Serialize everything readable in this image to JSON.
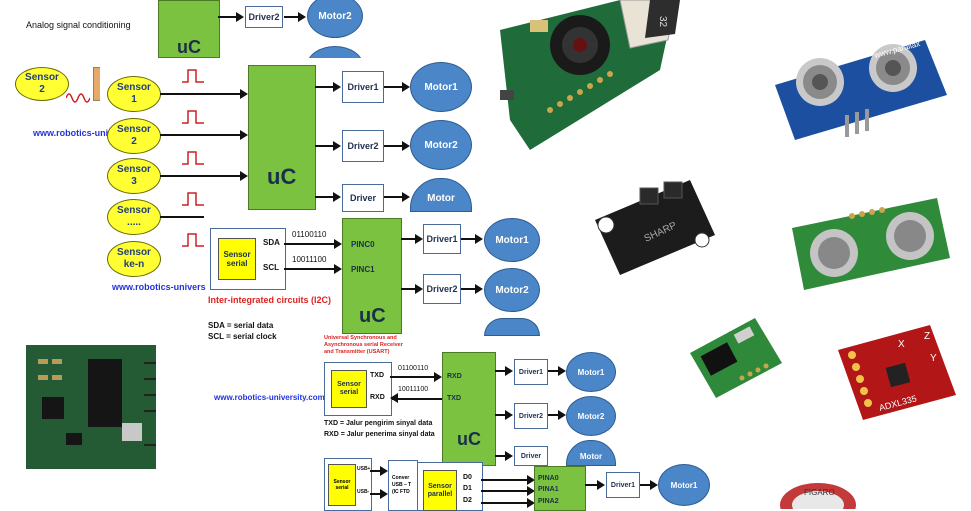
{
  "top_fragment": {
    "title": "Analog signal conditioning",
    "uc": "uC",
    "driver2": "Driver2",
    "motor2": "Motor2",
    "sensor2": "Sensor\n2"
  },
  "parallel_diagram": {
    "sensors": [
      "Sensor\n1",
      "Sensor\n2",
      "Sensor\n3",
      "Sensor\n.....",
      "Sensor\nke-n"
    ],
    "uc": "uC",
    "drivers": [
      "Driver1",
      "Driver2",
      "Driver"
    ],
    "motors": [
      "Motor1",
      "Motor2",
      "Motor"
    ],
    "url": "www.robotics-uni",
    "url2": "www.robotics-univers"
  },
  "i2c_diagram": {
    "sensor": "Sensor\nserial",
    "pins": [
      "SDA",
      "SCL"
    ],
    "bits": [
      "01100110",
      "10011100"
    ],
    "inputs": [
      "PINC0",
      "PINC1"
    ],
    "uc": "uC",
    "drivers": [
      "Driver1",
      "Driver2"
    ],
    "motors": [
      "Motor1",
      "Motor2"
    ],
    "caption": "Inter-integrated circuits (I2C)",
    "notes": [
      "SDA = serial data",
      "SCL = serial clock"
    ]
  },
  "usart_diagram": {
    "heading": "Universal Synchronous and\nAsynchronous serial Receiver\nand Transmitter (USART)",
    "sensor": "Sensor\nserial",
    "pins": [
      "TXD",
      "RXD"
    ],
    "bits": [
      "01100110",
      "10011100"
    ],
    "uc_pins": [
      "RXD",
      "TXD"
    ],
    "uc": "uC",
    "drivers": [
      "Driver1",
      "Driver2",
      "Driver"
    ],
    "motors": [
      "Motor1",
      "Motor2",
      "Motor"
    ],
    "url": "www.robotics-university.com",
    "notes": [
      "TXD = Jalur pengirim sinyal data",
      "RXD = Jalur penerima sinyal data"
    ]
  },
  "parallel_bottom": {
    "sensor_serial": "Sensor\nserial",
    "usb_labels": [
      "USB+",
      "USB-"
    ],
    "converter": "Conver\nUSB – T\n(IC FTD",
    "sensor": "Sensor\nparallel",
    "data_lines": [
      "D0",
      "D1",
      "D2"
    ],
    "pins": [
      "PINA0",
      "PINA1",
      "PINA2"
    ],
    "driver": "Driver1",
    "motor": "Motor1"
  },
  "photos": {
    "camera_card_text": "32",
    "sharp_label": "SHARP",
    "ultrasonic_label": "www.parallax",
    "accel_axes": [
      "X",
      "Y",
      "Z"
    ],
    "accel_label": "ADXL335",
    "gas_sensor_text": "FIGARO"
  }
}
